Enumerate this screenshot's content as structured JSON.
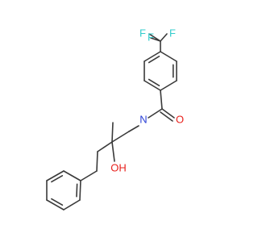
{
  "molecule": {
    "atoms": {
      "f_top": "F",
      "f_left": "F",
      "f_right": "F",
      "oxygen_carbonyl": "O",
      "nitrogen": "N",
      "hydroxyl": "OH"
    },
    "colors": {
      "bond": "#3a3a3a",
      "carbon": "#3a3a3a",
      "fluorine": "#33cccc",
      "oxygen": "#e8201c",
      "nitrogen": "#2a3fd6"
    }
  }
}
